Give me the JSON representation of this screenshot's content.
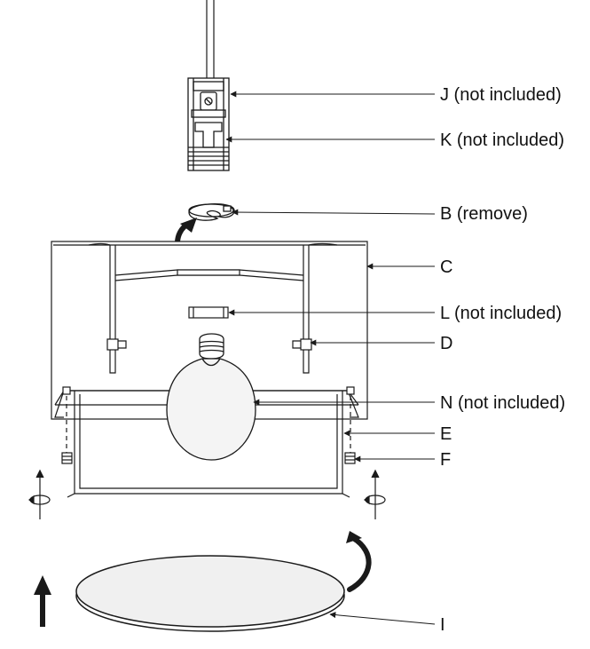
{
  "labels": {
    "j": "J (not included)",
    "k": "K (not included)",
    "b": "B (remove)",
    "c": "C",
    "l": "L (not included)",
    "d": "D",
    "n": "N (not included)",
    "e": "E",
    "f": "F",
    "i": "I"
  },
  "colors": {
    "line": "#1a1a1a",
    "fill": "#ffffff",
    "bulb_fill": "#f4f4f4",
    "disc_fill": "#f0f0f0"
  },
  "icons": {
    "rotate_arrow": "curved-arrow-icon",
    "up_arrow": "up-arrow-icon",
    "twist_arrow": "twist-arrow-icon"
  }
}
